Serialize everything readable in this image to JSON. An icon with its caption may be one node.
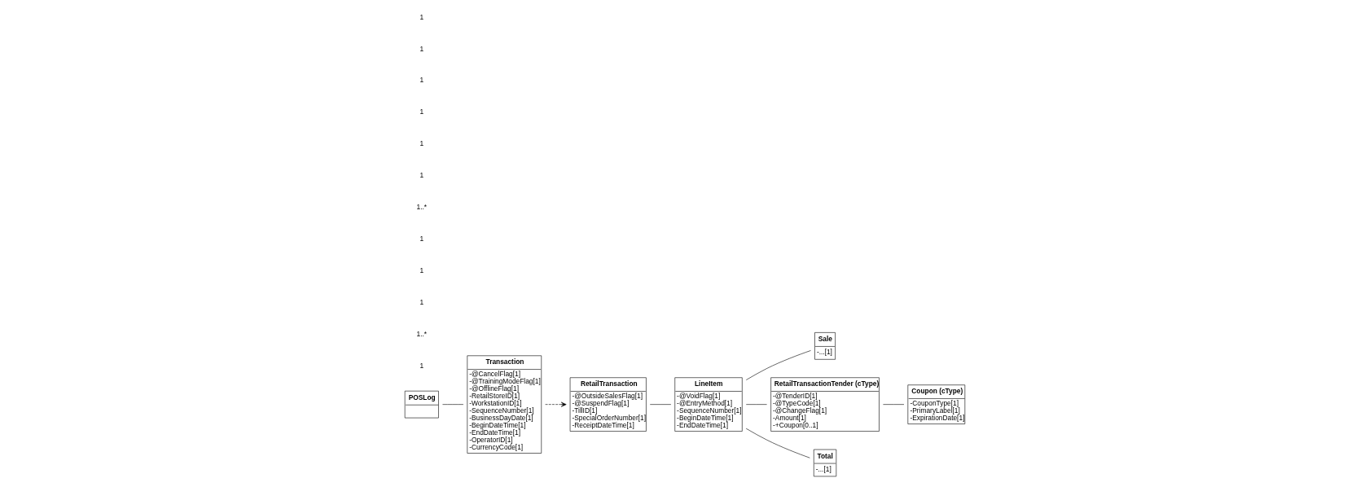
{
  "diagram": {
    "nodes": [
      {
        "text": [
          "POSLog"
        ]
      },
      {
        "text": [
          "Transaction",
          "-@CancelFlag[1]",
          "-@TrainingModeFlag[1]",
          "-@OfflineFlag[1]",
          "-RetailStoreID[1]",
          "-WorkstationID[1]",
          "-SequenceNumber[1]",
          "-BusinessDayDate[1]",
          "-BeginDateTime[1]",
          "-EndDateTime[1]",
          "-OperatorID[1]",
          "-CurrencyCode[1]"
        ]
      },
      {
        "text": [
          "Sale",
          "-...[1]"
        ]
      },
      {
        "text": [
          "RetailTransaction",
          "-@OutsideSalesFlag[1]",
          "-@SuspendFlag[1]",
          "-TillID[1]",
          "-SpecialOrderNumber[1]",
          "-ReceiptDateTime[1]"
        ]
      },
      {
        "text": [
          "LineItem",
          "-@VoidFlag[1]",
          "-@EntryMethod[1]",
          "-SequenceNumber[1]",
          "-BeginDateTime[1]",
          "-EndDateTime[1]"
        ]
      },
      {
        "text": [
          "RetailTransactionTender (cType)",
          "-@TenderID[1]",
          "-@TypeCode[1]",
          "-@ChangeFlag[1]",
          "-Amount[1]",
          "-+Coupon[0..1]"
        ]
      },
      {
        "text": [
          "Coupon (cType)",
          "-CouponType[1]",
          "-PrimaryLabel[1]",
          "-ExpirationDate[1]"
        ]
      },
      {
        "text": [
          "Total",
          "-...[1]"
        ]
      }
    ],
    "edges": [
      {
        "from": 0,
        "to": 1,
        "arrow": "none"
      },
      {
        "from": 1,
        "to": 3,
        "arrow": "to",
        "style": "dashed"
      },
      {
        "from": 3,
        "to": 4,
        "arrow": "none"
      },
      {
        "from": 4,
        "to": 2,
        "arrow": "none"
      },
      {
        "from": 4,
        "to": 5,
        "arrow": "none"
      },
      {
        "from": 4,
        "to": 7,
        "arrow": "none"
      },
      {
        "from": 5,
        "to": 6,
        "arrow": "none"
      }
    ],
    "labels": [
      "1",
      "1..*",
      "1",
      "1",
      "1",
      "1..*",
      "1",
      "1",
      "1",
      "1",
      "1",
      "1"
    ]
  }
}
